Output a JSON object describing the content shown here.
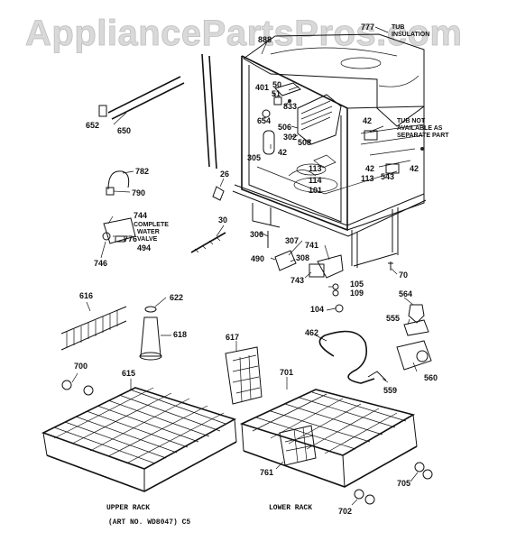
{
  "watermark": "AppliancePartsPros.com",
  "part_labels": {
    "p777": "777",
    "p888": "888",
    "p50": "50",
    "p401": "401",
    "p51": "51",
    "p833": "833",
    "p652": "652",
    "p650": "650",
    "p654": "654",
    "p506": "506",
    "p302": "302",
    "p508": "508",
    "p42a": "42",
    "p42b": "42",
    "p42c": "42",
    "p42d": "42",
    "p305": "305",
    "p113a": "113",
    "p113b": "113",
    "p114": "114",
    "p101": "101",
    "p543": "543",
    "p782": "782",
    "p790": "790",
    "p26": "26",
    "p744": "744",
    "p776": "776",
    "p494": "494",
    "p746": "746",
    "p30": "30",
    "p306": "306",
    "p307": "307",
    "p741": "741",
    "p308": "308",
    "p490": "490",
    "p743": "743",
    "p70": "70",
    "p105": "105",
    "p109": "109",
    "p104": "104",
    "p564": "564",
    "p555": "555",
    "p616": "616",
    "p622": "622",
    "p618": "618",
    "p617": "617",
    "p462": "462",
    "p700": "700",
    "p615": "615",
    "p701": "701",
    "p559": "559",
    "p560": "560",
    "p761": "761",
    "p705": "705",
    "p702": "702"
  },
  "notes": {
    "tub_line1": "TUB",
    "tub_line2": "INSULATION",
    "not_avail_line1": "TUB NOT",
    "not_avail_line2": "AVAILABLE AS",
    "not_avail_line3": "SEPARATE PART",
    "complete_line1": "COMPLETE",
    "complete_line2": "WATER",
    "complete_line3": "VALVE"
  },
  "captions": {
    "upper_rack": "UPPER RACK",
    "lower_rack": "LOWER RACK",
    "art_no": "(ART NO. WD8047) C5"
  }
}
